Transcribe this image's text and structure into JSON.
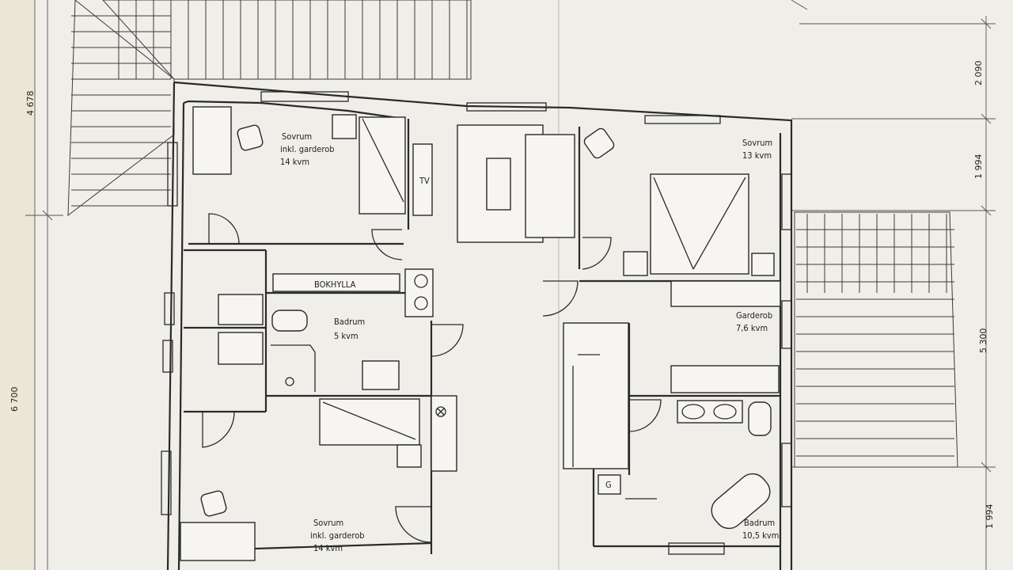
{
  "rooms": {
    "sovrum_top_left": [
      "Sovrum",
      "inkl. garderob",
      "14 kvm"
    ],
    "sovrum_bottom_left": [
      "Sovrum",
      "inkl. garderob",
      "14 kvm"
    ],
    "badrum_left": [
      "Badrum",
      "5 kvm"
    ],
    "sovrum_right": [
      "Sovrum",
      "13 kvm"
    ],
    "garderob": [
      "Garderob",
      "7,6 kvm"
    ],
    "badrum_right": [
      "Badrum",
      "10,5 kvm"
    ]
  },
  "fixtures": {
    "tv": "TV",
    "bokhylla": "BOKHYLLA",
    "g": "G"
  },
  "dimensions": {
    "left_upper": "4 678",
    "left_lower": "6 700",
    "right_top": "2 090",
    "right_upper": "1 994",
    "right_middle": "5 300",
    "right_bottom": "1 994"
  }
}
